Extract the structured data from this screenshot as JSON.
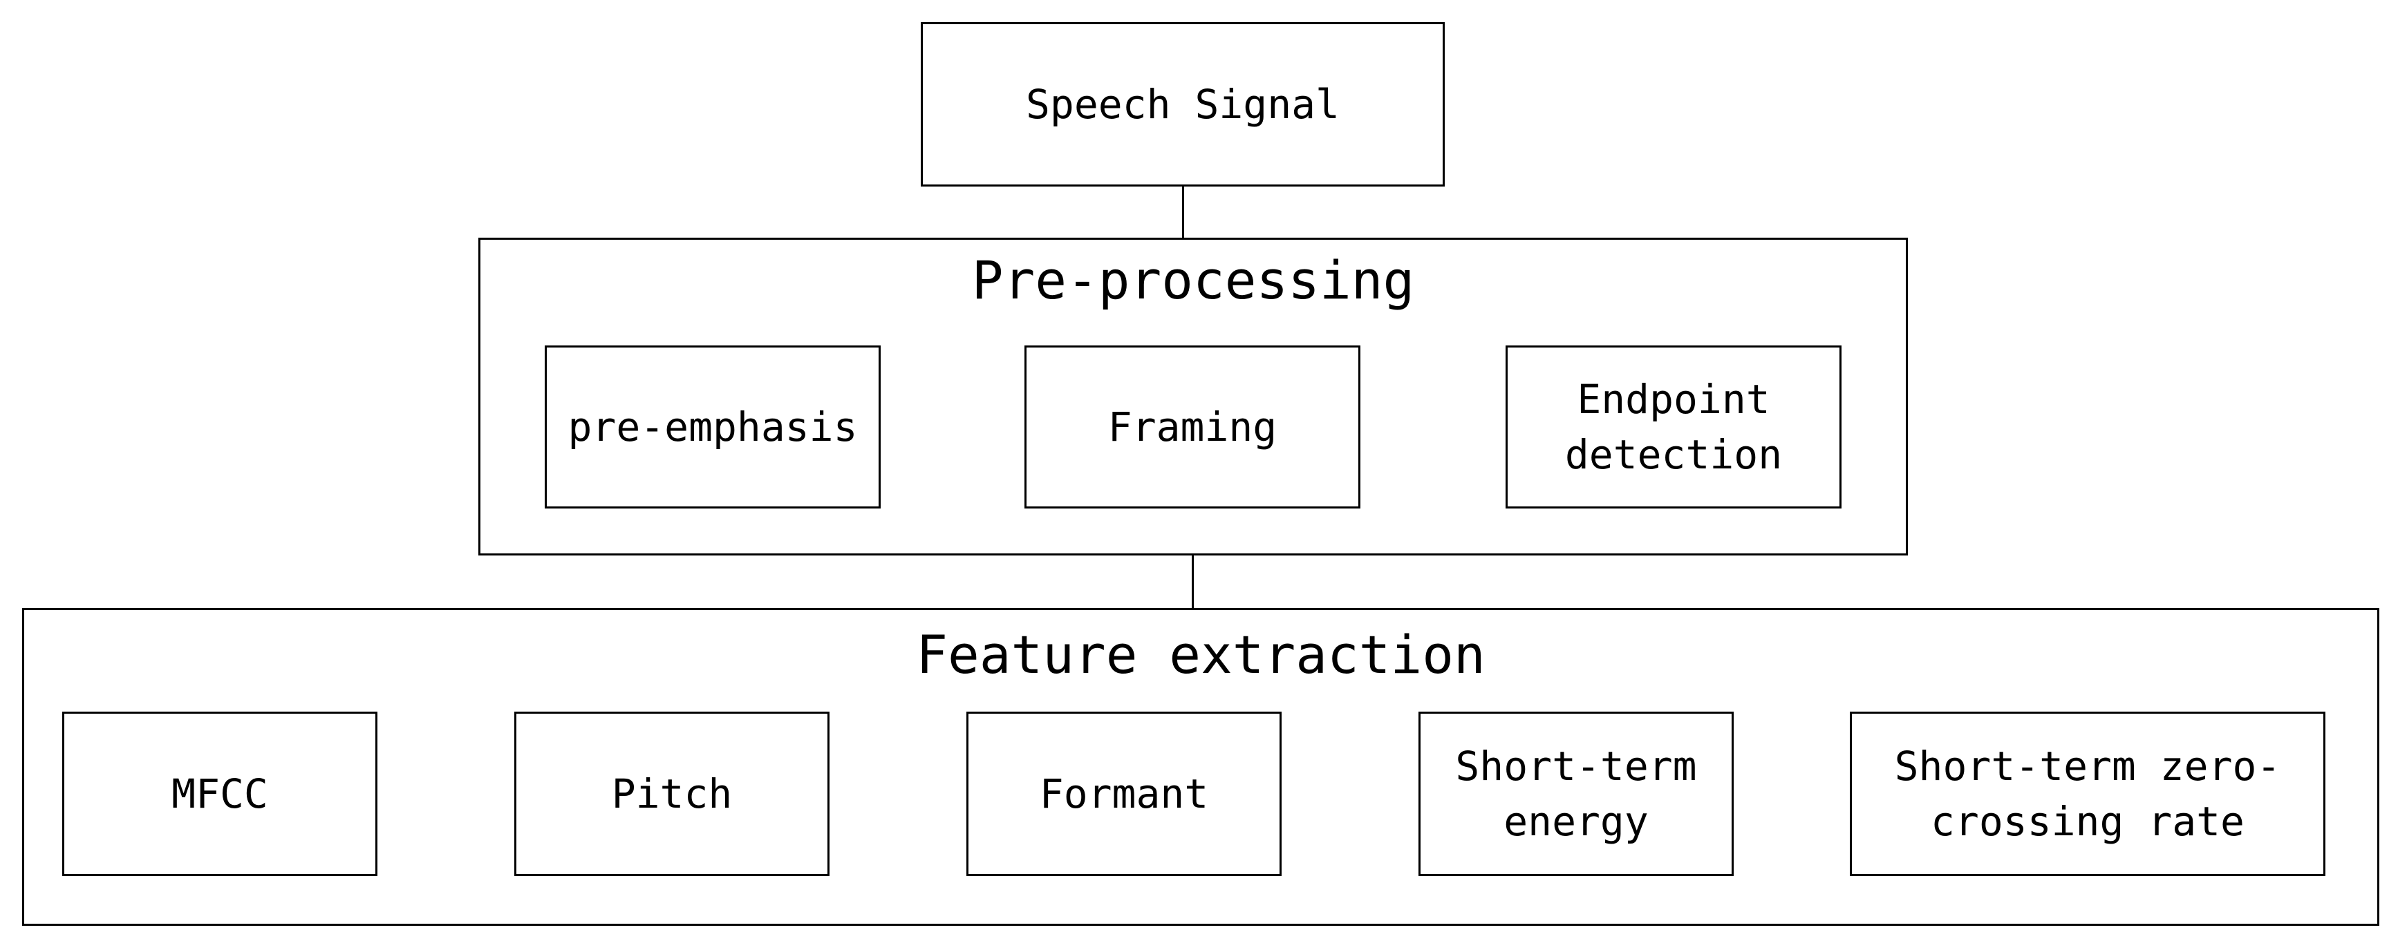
{
  "diagram": {
    "root": {
      "label": "Speech Signal"
    },
    "preprocessing": {
      "title": "Pre-processing",
      "steps": [
        {
          "label": "pre-emphasis"
        },
        {
          "label": "Framing"
        },
        {
          "label": "Endpoint detection"
        }
      ]
    },
    "feature_extraction": {
      "title": "Feature extraction",
      "features": [
        {
          "label": "MFCC"
        },
        {
          "label": "Pitch"
        },
        {
          "label": "Formant"
        },
        {
          "label": "Short-term energy"
        },
        {
          "label": "Short-term zero-crossing rate"
        }
      ]
    }
  }
}
